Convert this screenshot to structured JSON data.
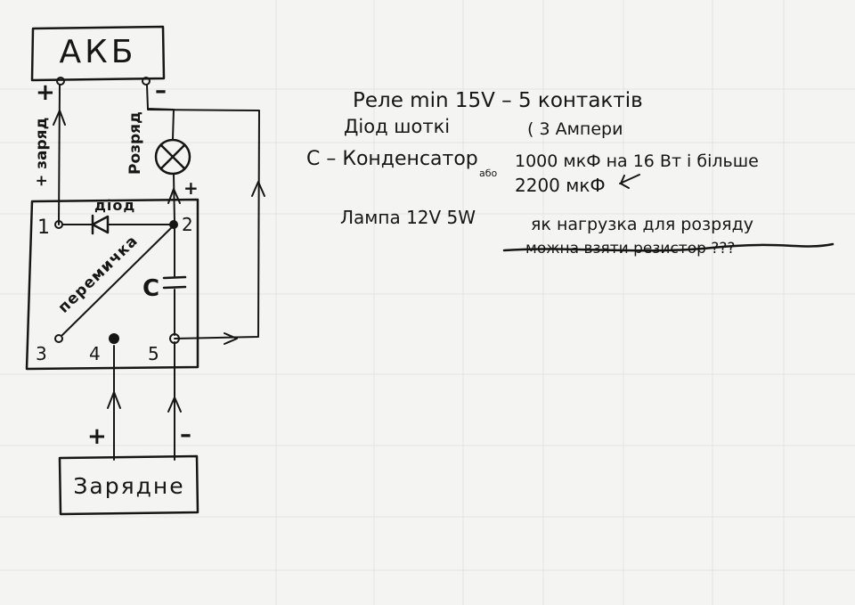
{
  "diagram": {
    "battery_label": "АКБ",
    "charger_label": "Зарядне",
    "battery_plus": "+",
    "battery_minus": "–",
    "charge_wire_label": "+ заряд",
    "discharge_wire_label": "Розряд",
    "lamp_plus": "+",
    "diode_label": "діод",
    "jumper_label": "перемичка",
    "capacitor_label": "C",
    "pin_1": "1",
    "pin_2": "2",
    "pin_3": "3",
    "pin_4": "4",
    "pin_5": "5",
    "charger_plus": "+",
    "charger_minus": "–"
  },
  "notes": {
    "line1_relay": "Реле min 15V – 5 контактів",
    "line2_diode": "Діод шоткі",
    "line2_amps": "( 3 Ампери",
    "line3_capacitor": "C – Конденсатор",
    "line3_or": "або",
    "line3_value": "1000 мкФ на 16 Вт і більше",
    "line4_value": "2200 мкФ",
    "line5_lamp": "Лампа 12V 5W",
    "line5_purpose": "як нагрузка для розряду",
    "line6_struck": "можна взяти резистор ???"
  }
}
